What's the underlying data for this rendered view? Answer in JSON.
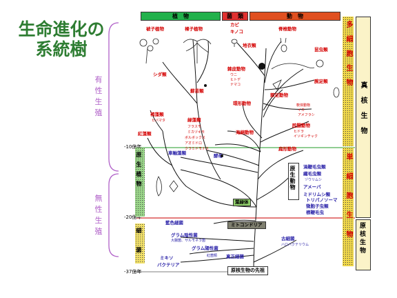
{
  "title_lines": [
    "生命進化の",
    "系統樹"
  ],
  "left": {
    "sexual": "有性生殖",
    "asexual": "無性生殖"
  },
  "header": {
    "plants": "植　物",
    "fungi": "菌　類",
    "animals": "動　物"
  },
  "times": {
    "t1": "-10億年",
    "t2": "-20億年",
    "t3": "-37億年"
  },
  "plants": {
    "gymno": "裸子植物",
    "angio": "被子植物",
    "fern": "シダ類",
    "moss": "蘚苔類",
    "brown": "褐藻類",
    "brown_sub": "ヒバマタ",
    "red": "紅藻類",
    "green": "緑藻類",
    "green_sub": [
      "クラミドモナス",
      "ボルボックス",
      "アオミドロ",
      "ミカヅキモ",
      "フラスモ"
    ],
    "chloro": "葉緑体",
    "charo": "車軸藻類"
  },
  "fungi": {
    "kabi": "カビ",
    "kinoko": "キノコ",
    "lichen": "地衣類"
  },
  "animals": {
    "vert": "脊椎動物",
    "insect": "昆虫類",
    "echin": "棘皮動物",
    "echin_sub": [
      "ウニ",
      "ヒトデ",
      "ナマコ"
    ],
    "annel": "環形動物",
    "arthro": "節足動物",
    "brach": "腕足類",
    "mollusk": "軟体動物",
    "mollusk_sub": [
      "イカ",
      "アメフラシ"
    ],
    "cnid": "腔腸動物",
    "cnid_sub": [
      "ヒドラ",
      "イソギンチャク"
    ],
    "sponge": "海綿動物",
    "flat": "扁形動物",
    "yeast": "酵母"
  },
  "protists": {
    "label": "原生動物",
    "items": [
      "渦鞭毛虫類",
      "繊毛虫類",
      "ゾウリムシ",
      "アメーバ",
      "ミドリムシ類",
      "トリパノソーマ",
      "微胞子虫類",
      "襟鞭毛虫"
    ]
  },
  "protoplants": "原生植物",
  "mito": "ミトコンドリア",
  "prok": {
    "cyano": "藍色細菌",
    "gram_neg": "グラム陰性菌",
    "gram_neg_sub": "大腸菌、サルモネラ菌",
    "gram_pos": "グラム陽性菌",
    "rickett": "紅菌類",
    "mycoplasma": [
      "ミキソ",
      "バクテリア"
    ],
    "eubact": "真正細菌",
    "archaea": "古細菌",
    "archaea_sub": "ハロバクテリウム",
    "common": "原核生物の先祖",
    "bact_label": "細菌"
  },
  "right": {
    "multi": "多細胞生物",
    "uni": "単細胞生物",
    "euk": "真核生物",
    "prokaryote": "原核生物"
  }
}
